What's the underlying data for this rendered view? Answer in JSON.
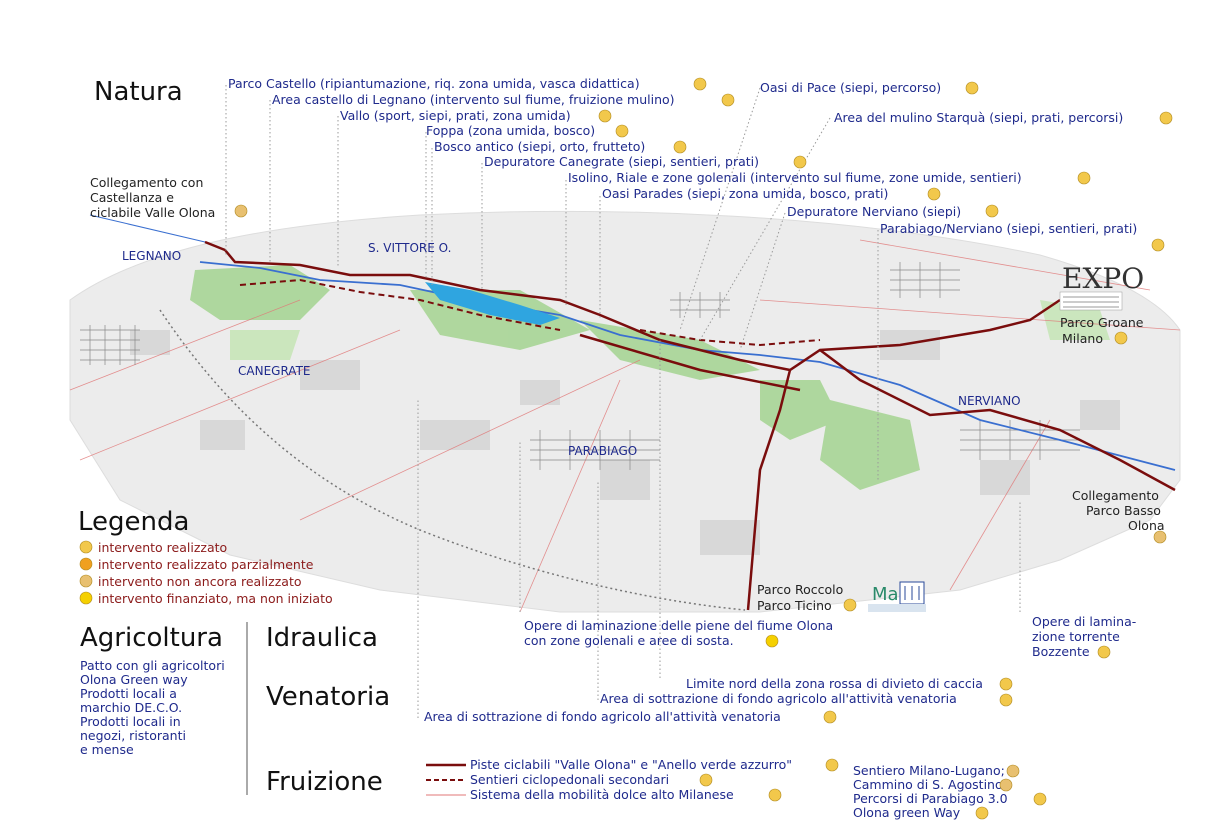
{
  "natura": {
    "heading": "Natura",
    "items": [
      {
        "label": "Parco Castello (ripiantumazione, riq. zona umida, vasca didattica)",
        "status": "realizzato"
      },
      {
        "label": "Area castello di Legnano (intervento sul fiume, fruizione mulino)",
        "status": "realizzato"
      },
      {
        "label": "Vallo (sport, siepi, prati, zona umida)",
        "status": "realizzato"
      },
      {
        "label": "Foppa (zona umida, bosco)",
        "status": "realizzato"
      },
      {
        "label": "Bosco antico (siepi, orto, frutteto)",
        "status": "realizzato"
      },
      {
        "label": "Depuratore Canegrate (siepi, sentieri, prati)",
        "status": "realizzato"
      },
      {
        "label": "Isolino, Riale e zone golenali (intervento sul fiume, zone umide, sentieri)",
        "status": "realizzato"
      },
      {
        "label": "Oasi Parades (siepi, zona umida, bosco, prati)",
        "status": "realizzato"
      },
      {
        "label": "Depuratore Nerviano (siepi)",
        "status": "realizzato"
      },
      {
        "label": "Parabiago/Nerviano (siepi, sentieri, prati)",
        "status": "realizzato"
      },
      {
        "label": "Oasi di Pace  (siepi, percorso)",
        "status": "realizzato"
      },
      {
        "label": "Area del mulino Starquà (siepi, prati, percorsi)",
        "status": "realizzato"
      }
    ]
  },
  "map": {
    "towns": {
      "legnano": "LEGNANO",
      "s_vittore": "S. VITTORE O.",
      "canegrate": "CANEGRATE",
      "parabiago": "PARABIAGO",
      "nerviano": "NERVIANO"
    },
    "callouts": {
      "castellanza": [
        "Collegamento con",
        "Castellanza e",
        "ciclabile Valle Olona"
      ],
      "groane": [
        "Parco Groane",
        "Milano"
      ],
      "basso_olona": [
        "Collegamento",
        "Parco Basso",
        "Olona"
      ],
      "ticino": [
        "Parco Roccolo",
        "Parco Ticino"
      ]
    },
    "expo_logo": "EXPO",
    "mab_logo": "MaB"
  },
  "legend": {
    "title": "Legenda",
    "items": [
      {
        "label": "intervento realizzato",
        "status": "realizzato"
      },
      {
        "label": "intervento realizzato parzialmente",
        "status": "parziale"
      },
      {
        "label": "intervento non ancora realizzato",
        "status": "non"
      },
      {
        "label": "intervento finanziato, ma non iniziato",
        "status": "finanziato"
      }
    ]
  },
  "agricoltura": {
    "heading": "Agricoltura",
    "lines": [
      "Patto con gli agricoltori",
      "Olona Green way",
      "Prodotti locali a",
      "marchio DE.C.O.",
      "Prodotti locali in",
      "negozi, ristoranti",
      "e mense"
    ]
  },
  "idraulica": {
    "heading": "Idraulica",
    "opere_olona": [
      "Opere di laminazione delle piene del fiume Olona",
      "con zone golenali e aree di sosta."
    ],
    "opere_bozzente": [
      "Opere di lamina-",
      "zione torrente",
      "Bozzente"
    ]
  },
  "venatoria": {
    "heading": "Venatoria",
    "items": [
      "Limite nord della zona rossa di divieto di caccia",
      "Area di sottrazione di fondo agricolo all'attività venatoria",
      "Area di sottrazione di fondo agricolo all'attività venatoria"
    ]
  },
  "fruizione": {
    "heading": "Fruizione",
    "lines": [
      "Piste ciclabili \"Valle Olona\" e \"Anello verde azzurro\"",
      "Sentieri ciclopedonali secondari",
      "Sistema della mobilità dolce alto Milanese"
    ],
    "routes": [
      {
        "label": "Sentiero Milano-Lugano;",
        "status": "non"
      },
      {
        "label": "Cammino di S. Agostino",
        "status": "non"
      },
      {
        "label": "Percorsi di Parabiago 3.0",
        "status": "realizzato"
      },
      {
        "label": "Olona green Way",
        "status": "realizzato"
      }
    ]
  },
  "colors": {
    "realizzato": "#f2c84b",
    "parziale": "#f0a020",
    "non": "#e8c070",
    "finanziato": "#f5d000",
    "cycle_main": "#7a0d0d",
    "river": "#3a6fd0",
    "green": "#9ccf8a",
    "text_blue": "#1f2a8c",
    "text_red": "#8b1a1a"
  }
}
